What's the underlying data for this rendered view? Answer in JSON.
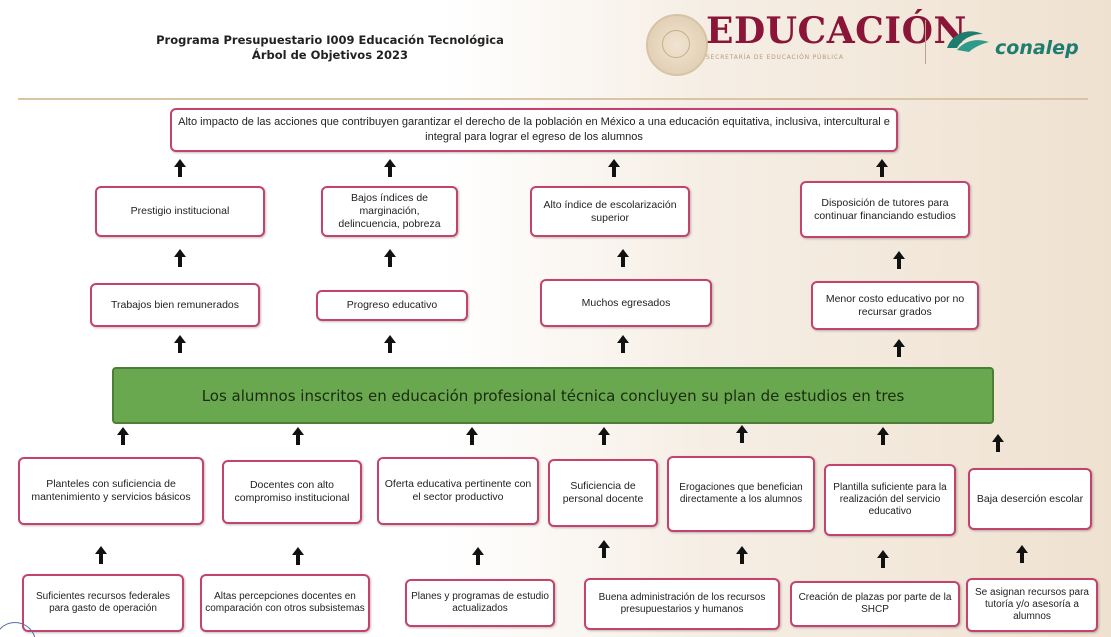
{
  "header": {
    "title_line1": "Programa Presupuestario I009 Educación Tecnológica",
    "title_line2": "Árbol de Objetivos 2023",
    "logo_educacion": "EDUCACIÓN",
    "logo_educacion_sub": "SECRETARÍA DE EDUCACIÓN PÚBLICA",
    "logo_conalep": "conalep"
  },
  "colors": {
    "box_border": "#c2436c",
    "banner": "#6aa84f",
    "educacion_brand": "#8a1538",
    "conalep_brand": "#1e7d6f"
  },
  "top_objective": "Alto impacto de las acciones que contribuyen garantizar el derecho de la población en México a una educación equitativa, inclusiva, intercultural e integral para lograr el egreso de los alumnos",
  "ends": [
    "Prestigio institucional",
    "Bajos índices de marginación, delincuencia, pobreza",
    "Alto índice de escolarización superior",
    "Disposición de tutores para continuar financiando estudios"
  ],
  "direct_effects": [
    "Trabajos bien remunerados",
    "Progreso educativo",
    "Muchos egresados",
    "Menor costo educativo por no recursar grados"
  ],
  "central_objective": "Los alumnos inscritos en educación profesional técnica concluyen su plan de estudios en tres",
  "means": [
    "Planteles con suficiencia de mantenimiento y servicios básicos",
    "Docentes con alto compromiso institucional",
    "Oferta educativa pertinente con el sector productivo",
    "Suficiencia de personal docente",
    "Erogaciones que benefician directamente a los alumnos",
    "Plantilla suficiente para la realización del servicio educativo",
    "Baja deserción escolar"
  ],
  "root_means": [
    "Suficientes recursos federales para gasto de operación",
    "Altas percepciones docentes en comparación con otros subsistemas",
    "Planes y programas de estudio actualizados",
    "Buena administración de los recursos presupuestarios y humanos",
    "Creación de plazas por parte de la SHCP",
    "Se asignan recursos para tutoría y/o asesoría a alumnos"
  ]
}
